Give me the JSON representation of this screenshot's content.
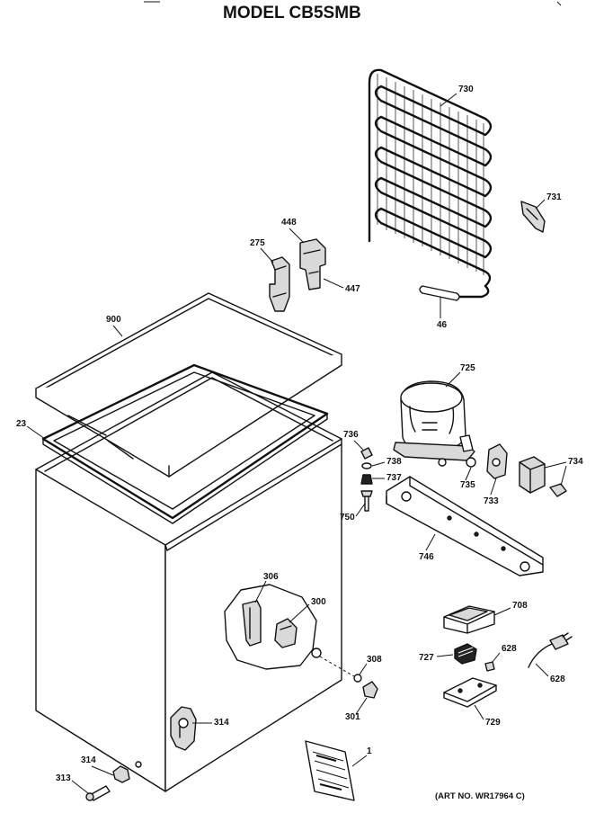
{
  "title": "MODEL CB5SMB",
  "art_number": "(ART NO. WR17964 C)",
  "parts": {
    "p730": "730",
    "p731": "731",
    "p448": "448",
    "p275": "275",
    "p447": "447",
    "p46": "46",
    "p900": "900",
    "p23": "23",
    "p725": "725",
    "p736": "736",
    "p738": "738",
    "p737": "737",
    "p735": "735",
    "p733": "733",
    "p734": "734",
    "p750": "750",
    "p746": "746",
    "p306": "306",
    "p300": "300",
    "p708": "708",
    "p727": "727",
    "p628a": "628",
    "p628b": "628",
    "p308": "308",
    "p301": "301",
    "p729": "729",
    "p314a": "314",
    "p314b": "314",
    "p313": "313",
    "p1": "1"
  }
}
